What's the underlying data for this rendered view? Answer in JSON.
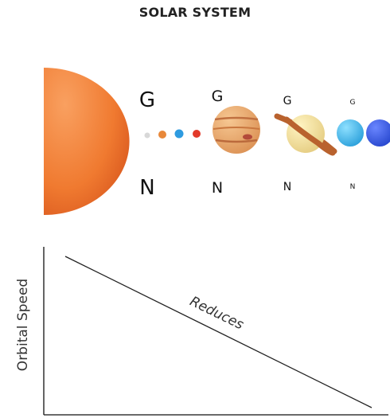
{
  "title": "SOLAR SYSTEM",
  "colors": {
    "sun": "#f07a30",
    "mercury": "#d8d8d8",
    "venus": "#e8883a",
    "earth": "#2e9be0",
    "mars": "#e23a2a",
    "jupiter": "#e6a060",
    "saturn": "#f3e29a",
    "saturn_ring": "#b9622e",
    "uranus": "#37b6ee",
    "neptune": "#2f55e0"
  },
  "label_pairs": [
    {
      "top": "G",
      "bottom": "N"
    },
    {
      "top": "G",
      "bottom": "N"
    },
    {
      "top": "G",
      "bottom": "N"
    },
    {
      "top": "G",
      "bottom": "N"
    }
  ],
  "graph": {
    "ylabel": "Orbital Speed",
    "line_label": "Reduces"
  }
}
